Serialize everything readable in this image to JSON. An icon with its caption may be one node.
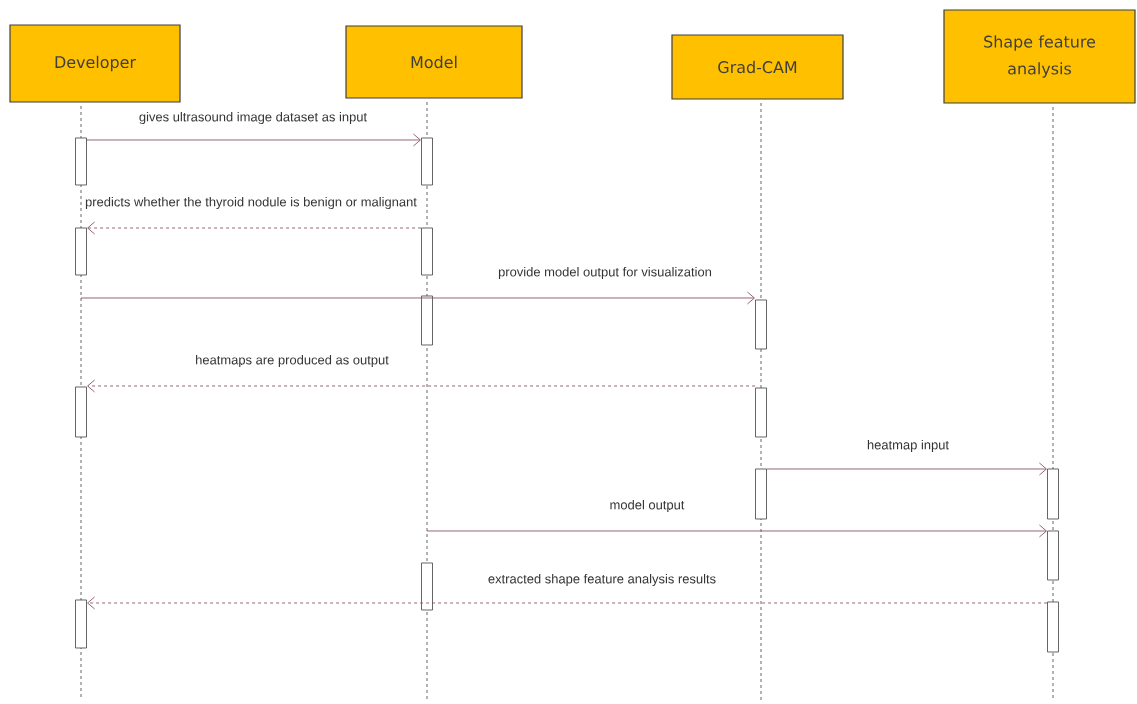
{
  "diagram": {
    "nodes": [
      {
        "text": [
          "Developer"
        ]
      },
      {
        "text": [
          "Model"
        ]
      },
      {
        "text": [
          "Grad-CAM"
        ]
      },
      {
        "text": [
          "Shape feature analysis"
        ]
      },
      {
        "text": [],
        "shape": "bar"
      },
      {
        "text": [],
        "shape": "bar"
      },
      {
        "text": [],
        "shape": "bar"
      },
      {
        "text": [],
        "shape": "bar"
      },
      {
        "text": [],
        "shape": "bar"
      },
      {
        "text": [],
        "shape": "bar"
      },
      {
        "text": [],
        "shape": "bar"
      },
      {
        "text": [],
        "shape": "bar"
      },
      {
        "text": [],
        "shape": "bar"
      },
      {
        "text": [],
        "shape": "bar"
      },
      {
        "text": [],
        "shape": "bar"
      },
      {
        "text": [],
        "shape": "bar"
      },
      {
        "text": [],
        "shape": "bar"
      },
      {
        "text": [],
        "shape": "bar"
      }
    ],
    "edges": [
      {
        "from": 4,
        "to": 8,
        "arrow": "to",
        "label": "gives ultrasound image dataset as input"
      },
      {
        "from": 9,
        "to": 5,
        "arrow": "to",
        "style": "dashed",
        "label": "predicts whether the thyroid nodule is benign or malignant"
      },
      {
        "from": null,
        "to": 12,
        "arrow": "to",
        "label": "provide model output for visualization"
      },
      {
        "from": 13,
        "to": 6,
        "arrow": "to",
        "style": "dashed",
        "label": "heatmaps are produced as output"
      },
      {
        "from": 14,
        "to": 15,
        "arrow": "to",
        "label": "heatmap input"
      },
      {
        "from": null,
        "to": 16,
        "arrow": "to",
        "label": "model output"
      },
      {
        "from": 17,
        "to": 7,
        "arrow": "to",
        "style": "dashed",
        "label": "extracted shape feature analysis results"
      }
    ]
  }
}
